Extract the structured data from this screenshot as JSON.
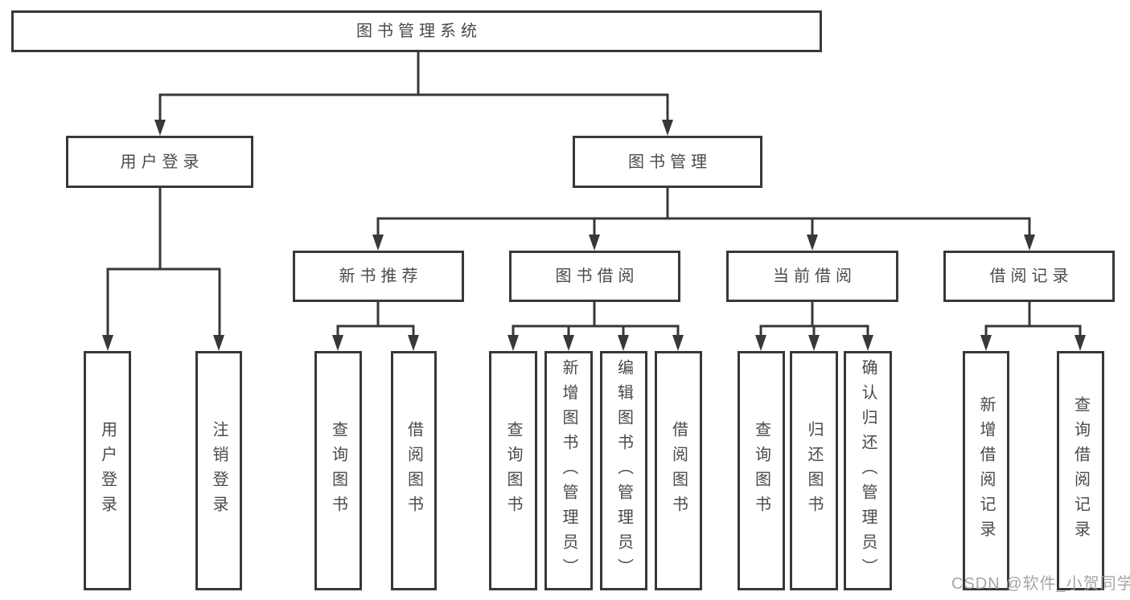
{
  "diagram": {
    "title": "图书管理系统",
    "root": {
      "label": "图书管理系统",
      "children": [
        {
          "label": "用户登录",
          "children": [
            {
              "label": "用户登录"
            },
            {
              "label": "注销登录"
            }
          ]
        },
        {
          "label": "图书管理",
          "children": [
            {
              "label": "新书推荐",
              "children": [
                {
                  "label": "查询图书"
                },
                {
                  "label": "借阅图书"
                }
              ]
            },
            {
              "label": "图书借阅",
              "children": [
                {
                  "label": "查询图书"
                },
                {
                  "label": "新增图书（管理员）"
                },
                {
                  "label": "编辑图书（管理员）"
                },
                {
                  "label": "借阅图书"
                }
              ]
            },
            {
              "label": "当前借阅",
              "children": [
                {
                  "label": "查询图书"
                },
                {
                  "label": "归还图书"
                },
                {
                  "label": "确认归还（管理员）"
                }
              ]
            },
            {
              "label": "借阅记录",
              "children": [
                {
                  "label": "新增借阅记录"
                },
                {
                  "label": "查询借阅记录"
                }
              ]
            }
          ]
        }
      ]
    },
    "colors": {
      "line": "#383838",
      "box_border": "#383838",
      "text": "#4a4a4a",
      "background": "#ffffff",
      "watermark": "#9e9e9e"
    }
  },
  "watermark": {
    "text": "CSDN @软件_小贺同学"
  }
}
